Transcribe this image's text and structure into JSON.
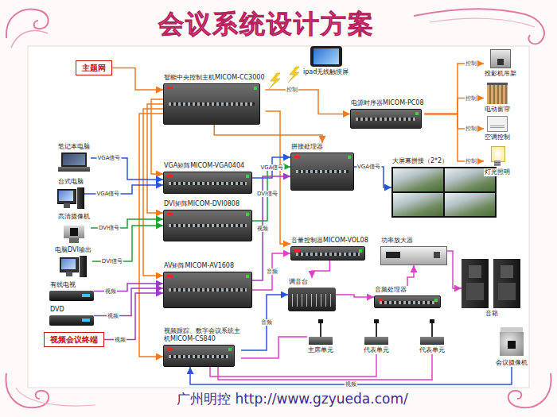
{
  "diagram": {
    "title": "会议系统设计方案",
    "caption": "广州明控 http://www.gzyueda.com/",
    "nodes": [
      {
        "text": [
          "主题网"
        ]
      },
      {
        "text": [
          "智能中央控制主机MICOM-CC3000"
        ]
      },
      {
        "text": [
          "ipad无线触摸屏"
        ]
      },
      {
        "text": [
          "电源时序器MICOM-PC08"
        ]
      },
      {
        "text": [
          "投影机吊架"
        ]
      },
      {
        "text": [
          "电动窗帘"
        ]
      },
      {
        "text": [
          "空调控制"
        ]
      },
      {
        "text": [
          "灯光照明"
        ]
      },
      {
        "text": [
          "笔记本电脑"
        ]
      },
      {
        "text": [
          "台式电脑"
        ]
      },
      {
        "text": [
          "高清摄像机"
        ]
      },
      {
        "text": [
          "电脑DVI输出"
        ]
      },
      {
        "text": [
          "VGA矩阵MICOM-VGA0404"
        ]
      },
      {
        "text": [
          "DVI矩阵MICOM-DVI0808"
        ]
      },
      {
        "text": [
          "拼接处理器"
        ]
      },
      {
        "text": [
          "大屏幕拼接（2*2）"
        ]
      },
      {
        "text": [
          "AV矩阵MICOM-AV1608"
        ]
      },
      {
        "text": [
          "有线电视"
        ]
      },
      {
        "text": [
          "DVD"
        ]
      },
      {
        "text": [
          "视频会议终端"
        ]
      },
      {
        "text": [
          "音量控制器MICOM-VOL08"
        ]
      },
      {
        "text": [
          "功率放大器"
        ]
      },
      {
        "text": [
          "调音台"
        ]
      },
      {
        "text": [
          "音频处理器"
        ]
      },
      {
        "text": [
          "音箱"
        ]
      },
      {
        "text": [
          "视频跟踪、数字会议系统主机MICOM-CS840"
        ]
      },
      {
        "text": [
          "主席单元"
        ]
      },
      {
        "text": [
          "代表单元"
        ]
      },
      {
        "text": [
          "代表单元"
        ]
      },
      {
        "text": [
          "会议摄像机"
        ]
      }
    ],
    "edges": [
      {
        "from": 0,
        "to": 1,
        "arrow": "to"
      },
      {
        "from": 1,
        "to": 3,
        "label": "控制",
        "arrow": "to"
      },
      {
        "from": 3,
        "to": 4,
        "label": "控制",
        "arrow": "to"
      },
      {
        "from": 3,
        "to": 5,
        "label": "控制",
        "arrow": "to"
      },
      {
        "from": 3,
        "to": 6,
        "label": "控制",
        "arrow": "to"
      },
      {
        "from": 3,
        "to": 7,
        "label": "控制",
        "arrow": "to"
      },
      {
        "from": 1,
        "to": 12,
        "arrow": "to"
      },
      {
        "from": 1,
        "to": 13,
        "arrow": "to"
      },
      {
        "from": 1,
        "to": 16,
        "arrow": "to"
      },
      {
        "from": 1,
        "to": 14,
        "arrow": "to"
      },
      {
        "from": 1,
        "to": 20,
        "arrow": "to"
      },
      {
        "from": 1,
        "to": 25,
        "arrow": "to"
      },
      {
        "from": 8,
        "to": 12,
        "label": "VGA信号",
        "arrow": "to"
      },
      {
        "from": 9,
        "to": 12,
        "label": "VGA信号",
        "arrow": "to"
      },
      {
        "from": 12,
        "to": 14,
        "label": "VGA信号",
        "arrow": "to"
      },
      {
        "from": 10,
        "to": 13,
        "label": "DVI信号",
        "arrow": "to"
      },
      {
        "from": 11,
        "to": 13,
        "label": "DVI信号",
        "arrow": "to"
      },
      {
        "from": 13,
        "to": 14,
        "label": "DVI信号",
        "arrow": "to"
      },
      {
        "from": 14,
        "to": 15,
        "label": "VGA信号",
        "arrow": "to"
      },
      {
        "from": 17,
        "to": 16,
        "label": "视频",
        "arrow": "to"
      },
      {
        "from": 18,
        "to": 16,
        "label": "视频",
        "arrow": "to"
      },
      {
        "from": 19,
        "to": 16,
        "label": "视频",
        "arrow": "to"
      },
      {
        "from": 16,
        "to": 14,
        "label": "视频",
        "arrow": "to"
      },
      {
        "from": 16,
        "to": 20,
        "label": "音频",
        "arrow": "to"
      },
      {
        "from": 20,
        "to": 22,
        "arrow": "to"
      },
      {
        "from": 22,
        "to": 23,
        "arrow": "to"
      },
      {
        "from": 23,
        "to": 21,
        "arrow": "to"
      },
      {
        "from": 21,
        "to": 24,
        "arrow": "to"
      },
      {
        "from": 25,
        "to": 22,
        "label": "音频",
        "arrow": "to"
      },
      {
        "from": 25,
        "to": 26,
        "arrow": "none"
      },
      {
        "from": 25,
        "to": 27,
        "arrow": "none"
      },
      {
        "from": 25,
        "to": 28,
        "arrow": "none"
      },
      {
        "from": 29,
        "to": 25,
        "label": "视频",
        "arrow": "to"
      }
    ]
  }
}
